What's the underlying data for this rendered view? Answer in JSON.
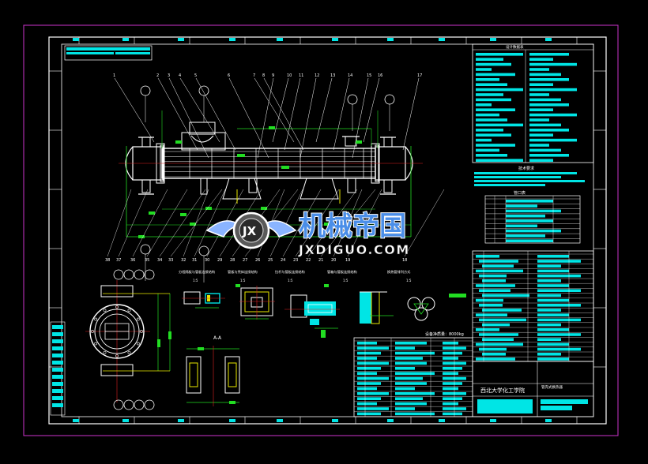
{
  "colors": {
    "background": "#000000",
    "sheet_border": "#cc33cc",
    "frame": "#ffffff",
    "cyan": "#00e5e5",
    "green": "#22dd22",
    "yellow": "#e8e800",
    "red": "#e02020",
    "magenta": "#ff44ff",
    "watermark_blue": "#4a8ee8"
  },
  "watermark": {
    "title_cn": "机械帝国",
    "url": "JXDIGUO.COM",
    "logo_text": "JX"
  },
  "drawing": {
    "part_numbers": [
      "1",
      "2",
      "3",
      "4",
      "5",
      "6",
      "7",
      "8",
      "9",
      "10",
      "11",
      "12",
      "13",
      "14",
      "15",
      "16",
      "17"
    ],
    "bottom_numbers": [
      "38",
      "37",
      "36",
      "35",
      "34",
      "33",
      "32",
      "31",
      "30",
      "29",
      "28",
      "27",
      "26",
      "25",
      "24",
      "23",
      "22",
      "21",
      "20",
      "19",
      "18"
    ],
    "section_label_aa": "A-A",
    "scale_label": "1:5",
    "weight_note": "设备净质量：8000kg",
    "detail_titles": [
      "分程隔板与管板连接结构",
      "管板与壳体连接结构",
      "拉杆与管板连接结构",
      "管箱与管板连接结构",
      "换热管排列方式"
    ]
  },
  "title_block": {
    "school": "西北大学化工学院",
    "drawing_name": "管壳式换热器",
    "tech_spec_title": "技术要求",
    "nozzle_table_title": "管口表",
    "design_data_title": "设计数据表"
  }
}
